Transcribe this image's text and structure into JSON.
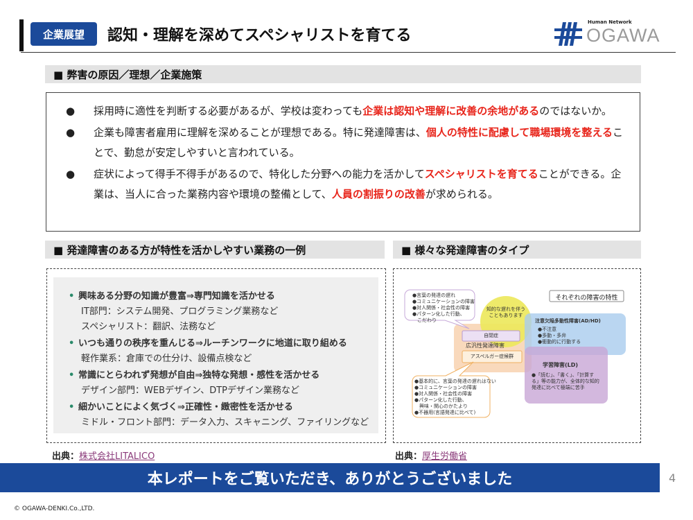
{
  "header": {
    "badge": "企業展望",
    "title": "認知・理解を深めてスペシャリストを育てる",
    "logo_tagline": "Human Network",
    "logo_text": "OGAWA"
  },
  "section1": {
    "heading": "■ 弊害の原因／理想／企業施策",
    "points": [
      {
        "bullet": "●",
        "parts": [
          {
            "t": "採用時に適性を判断する必要があるが、学校は変わっても"
          },
          {
            "t": "企業は認知や理解に改善の余地がある",
            "red": true
          },
          {
            "t": "のではないか。"
          }
        ]
      },
      {
        "bullet": "●",
        "parts": [
          {
            "t": "企業も障害者雇用に理解を深めることが理想である。特に発達障害は、"
          },
          {
            "t": "個人の特性に配慮して職場環境を整える",
            "red": true
          },
          {
            "t": "ことで、勤怠が安定しやすいと言われている。"
          }
        ]
      },
      {
        "bullet": "●",
        "parts": [
          {
            "t": "症状によって得手不得手があるので、特化した分野への能力を活かして"
          },
          {
            "t": "スペシャリストを育てる",
            "red": true
          },
          {
            "t": "ことができる。企業は、当人に合った業務内容や環境の整備として、"
          },
          {
            "t": "人員の割振りの改善",
            "red": true
          },
          {
            "t": "が求められる。"
          }
        ]
      }
    ]
  },
  "section2": {
    "heading": "■ 発達障害のある方が特性を活かしやすい業務の一例",
    "items": [
      {
        "bullet": "•",
        "title": "興味ある分野の知識が豊富⇒専門知識を活かせる",
        "subs": [
          "IT部門：システム開発、プログラミング業務など",
          "スペシャリスト：翻訳、法務など"
        ]
      },
      {
        "bullet": "•",
        "title": "いつも通りの秩序を重んじる⇒ルーチンワークに地道に取り組める",
        "subs": [
          "軽作業系：倉庫での仕分け、設備点検など"
        ]
      },
      {
        "bullet": "•",
        "title": "常識にとらわれず発想が自由⇒独特な発想・感性を活かせる",
        "subs": [
          "デザイン部門：WEBデザイン、DTPデザイン業務など"
        ]
      },
      {
        "bullet": "•",
        "title": "細かいことによく気づく⇒正確性・緻密性を活かせる",
        "subs": [
          "ミドル・フロント部門：データ入力、スキャニング、ファイリングなど"
        ]
      }
    ],
    "source_label": "出典：",
    "source_link": "株式会社LITALICO"
  },
  "section3": {
    "heading": "■ 様々な発達障害のタイプ",
    "diagram": {
      "legend": "それぞれの障害の特性",
      "callout_top": [
        "●言葉の発達の遅れ",
        "●コミュニケーションの障害",
        "●対人関係・社会性の障害",
        "●パターン化した行動、",
        "　こだわり"
      ],
      "yellow": "知的な遅れを伴うこともあります",
      "autism": "自閉症",
      "pdd": "広汎性発達障害",
      "asperger": "アスペルガー症候群",
      "adhd_title": "注意欠陥多動性障害(AD/HD)",
      "adhd_items": [
        "●不注意",
        "●多動・多弁",
        "●衝動的に行動する"
      ],
      "ld_title": "学習障害(LD)",
      "ld_text": "●「読む」、「書く」、「計算する」等の能力が、全体的な知的発達に比べて極端に苦手",
      "callout_bottom": [
        "●基本的に、言葉の発達の遅れはない",
        "●コミュニケーションの障害",
        "●対人関係・社会性の障害",
        "●パターン化した行動、",
        "　興味・関心のかたより",
        "●不器用(言語発達に比べて)"
      ]
    },
    "source_label": "出典：",
    "source_link": "厚生労働省"
  },
  "footer": {
    "text": "本レポートをご覧いただき、ありがとうございました",
    "page": "4",
    "copyright": "© OGAWA-DENKI.Co.,LTD."
  },
  "colors": {
    "brand": "#1b4a9a",
    "red": "#e8251b"
  }
}
